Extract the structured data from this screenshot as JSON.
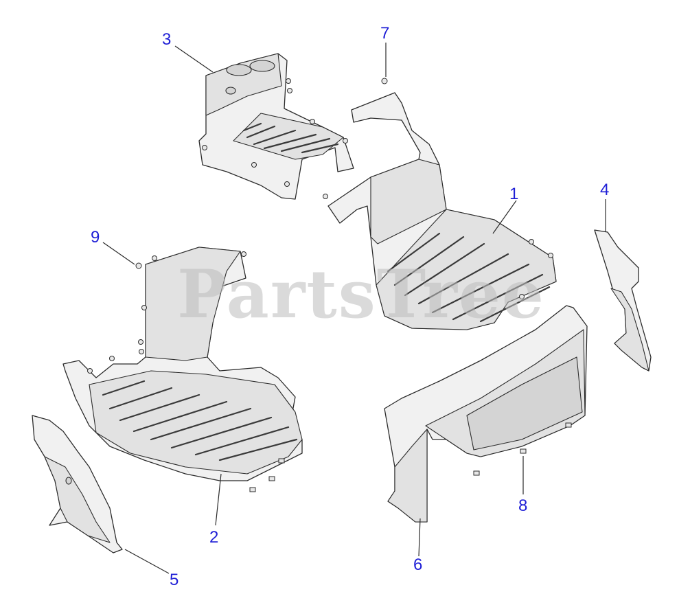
{
  "watermark": "PartsTree",
  "callouts": {
    "c1": "1",
    "c2": "2",
    "c3": "3",
    "c4": "4",
    "c5": "5",
    "c6": "6",
    "c7": "7",
    "c8": "8",
    "c9": "9"
  },
  "colors": {
    "callout": "#1f1fd6",
    "part_fill": "#f1f1f1",
    "outline": "#2b2b2b",
    "watermark": "#bdbdbd"
  }
}
